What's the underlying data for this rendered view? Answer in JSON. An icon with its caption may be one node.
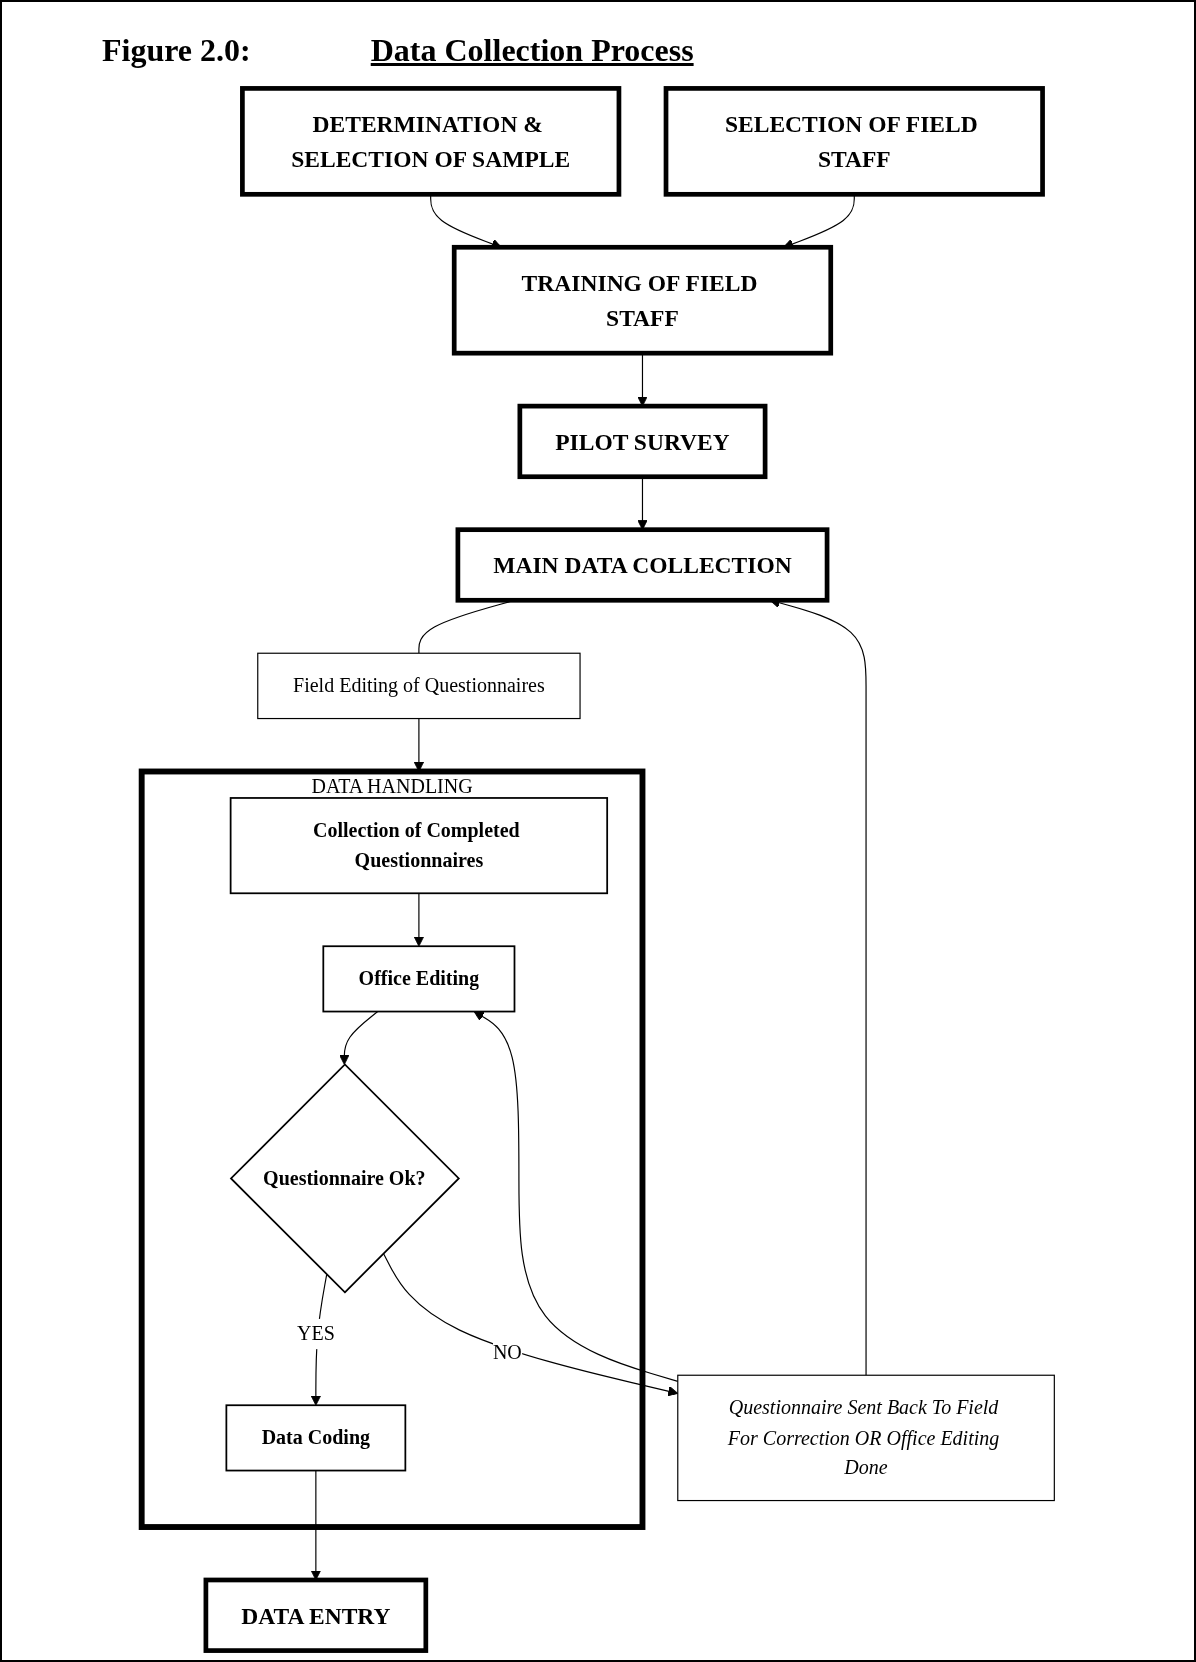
{
  "diagram": {
    "title": "Data Collection Process",
    "labels": [
      "Figure 2.0:"
    ],
    "nodes": [
      {
        "text": [
          "DETERMINATION & SELECTION OF SAMPLE"
        ]
      },
      {
        "text": [
          "SELECTION OF FIELD STAFF"
        ]
      },
      {
        "text": [
          "TRAINING OF FIELD STAFF"
        ]
      },
      {
        "text": [
          "PILOT SURVEY"
        ]
      },
      {
        "text": [
          "MAIN DATA COLLECTION"
        ]
      },
      {
        "text": [
          "Field Editing of Questionnaires"
        ]
      },
      {
        "text": [
          "DATA HANDLING"
        ]
      },
      {
        "text": [
          "Collection of Completed Questionnaires"
        ],
        "in": 6
      },
      {
        "text": [
          "Office Editing"
        ],
        "in": 6
      },
      {
        "text": [
          "Questionnaire Ok?"
        ],
        "in": 6
      },
      {
        "text": [
          "Data Coding"
        ],
        "in": 6
      },
      {
        "text": [
          "Questionnaire Sent Back To Field For Correction OR Office Editing Done"
        ]
      },
      {
        "text": [
          "DATA ENTRY"
        ]
      }
    ],
    "edges": [
      {
        "from": 0,
        "to": 2,
        "arrow": "to"
      },
      {
        "from": 1,
        "to": 2,
        "arrow": "to"
      },
      {
        "from": 2,
        "to": 3,
        "arrow": "to"
      },
      {
        "from": 3,
        "to": 4,
        "arrow": "to"
      },
      {
        "from": 4,
        "to": 5,
        "arrow": "none"
      },
      {
        "from": 5,
        "to": 6,
        "arrow": "to"
      },
      {
        "from": 7,
        "to": 8,
        "arrow": "to"
      },
      {
        "from": 8,
        "to": 9,
        "arrow": "to"
      },
      {
        "from": 9,
        "to": 11,
        "arrow": "to",
        "label": "NO"
      },
      {
        "from": 9,
        "to": 10,
        "arrow": "to",
        "label": "YES"
      },
      {
        "from": 11,
        "to": 8,
        "arrow": "to"
      },
      {
        "from": 11,
        "to": 4,
        "arrow": "to"
      },
      {
        "from": 10,
        "to": 12,
        "arrow": "to"
      }
    ]
  }
}
